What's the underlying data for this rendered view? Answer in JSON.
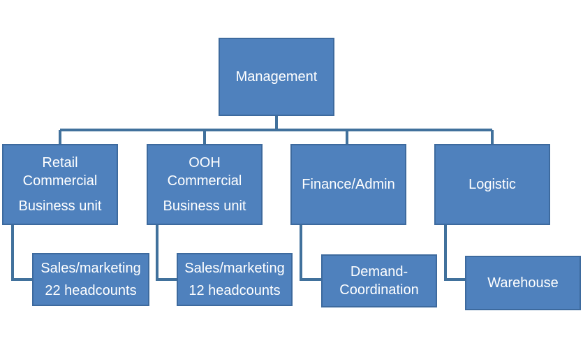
{
  "org_chart": {
    "root": {
      "label": "Management"
    },
    "units": [
      {
        "line1": "Retail",
        "line2": "Commercial",
        "line3": "Business unit",
        "child": {
          "line1": "Sales/marketing",
          "line2": "22 headcounts"
        }
      },
      {
        "line1": "OOH",
        "line2": "Commercial",
        "line3": "Business unit",
        "child": {
          "line1": "Sales/marketing",
          "line2": "12 headcounts"
        }
      },
      {
        "line1": "Finance/Admin",
        "child": {
          "line1": "Demand-",
          "line2": "Coordination"
        }
      },
      {
        "line1": "Logistic",
        "child": {
          "line1": "Warehouse"
        }
      }
    ]
  },
  "colors": {
    "box_fill": "#4f81bd",
    "box_border": "#3d6a9e",
    "connector": "#41719c",
    "text": "#ffffff"
  }
}
